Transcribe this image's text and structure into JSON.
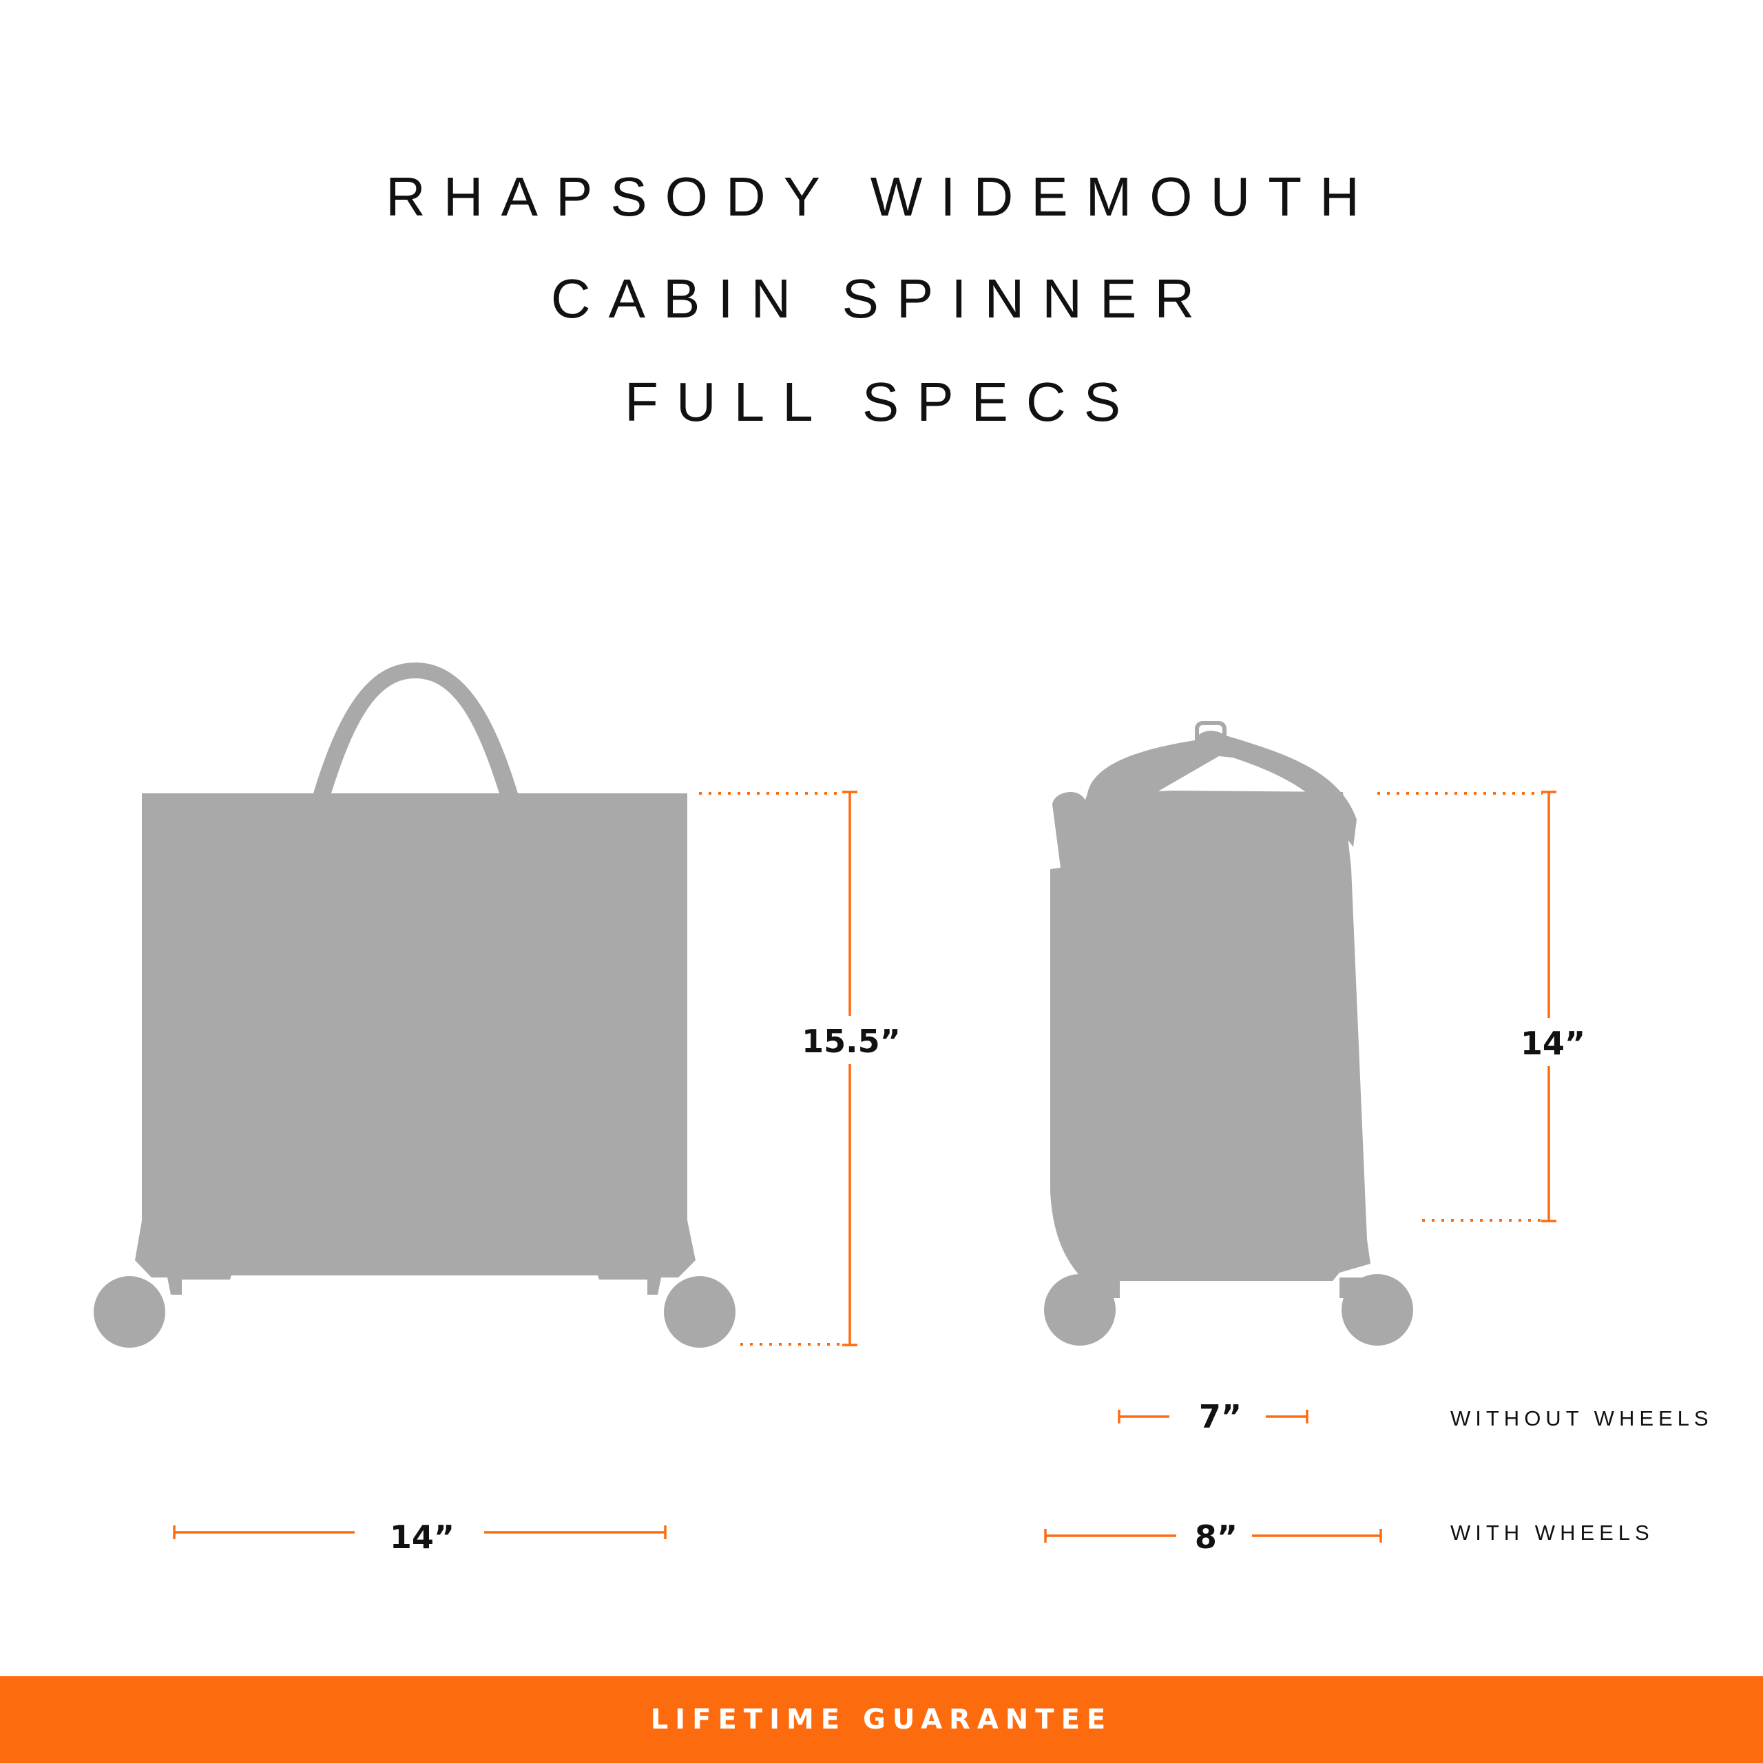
{
  "title": {
    "line1": "RHAPSODY WIDEMOUTH",
    "line2": "CABIN SPINNER",
    "line3": "FULL SPECS"
  },
  "dimensions": {
    "front_height": "15.5”",
    "front_width": "14”",
    "side_height": "14”",
    "side_depth_without_wheels": "7”",
    "side_depth_with_wheels": "8”"
  },
  "notes": {
    "without_wheels": "WITHOUT WHEELS",
    "with_wheels": "WITH WHEELS"
  },
  "footer": {
    "text": "LIFETIME GUARANTEE"
  },
  "colors": {
    "accent": "#fd6b0f",
    "silhouette": "#a9a9a9",
    "text": "#111111"
  }
}
